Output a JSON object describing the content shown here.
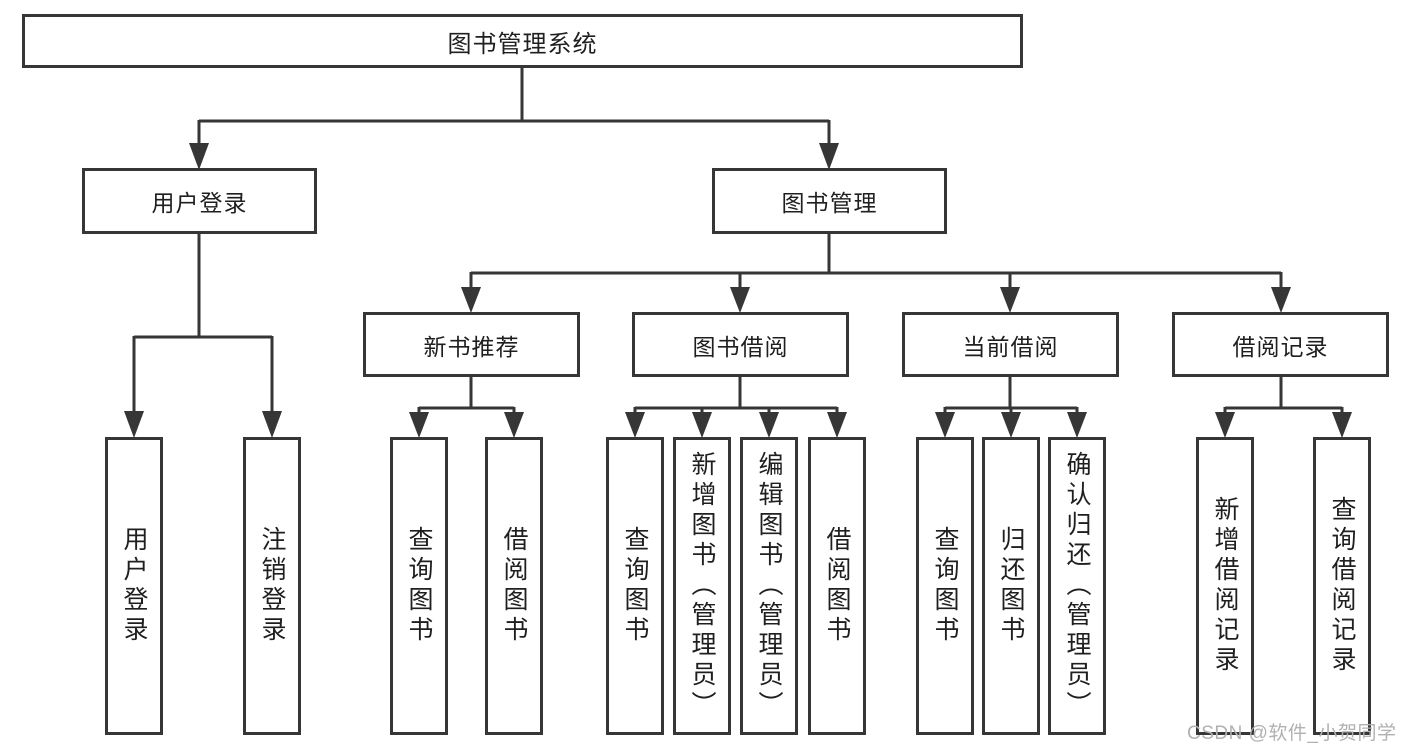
{
  "tree": {
    "label": "图书管理系统",
    "children": [
      {
        "label": "用户登录",
        "children": [
          {
            "label": "用户登录"
          },
          {
            "label": "注销登录"
          }
        ]
      },
      {
        "label": "图书管理",
        "children": [
          {
            "label": "新书推荐",
            "children": [
              {
                "label": "查询图书"
              },
              {
                "label": "借阅图书"
              }
            ]
          },
          {
            "label": "图书借阅",
            "children": [
              {
                "label": "查询图书"
              },
              {
                "label": "新增图书（管理员）"
              },
              {
                "label": "编辑图书（管理员）"
              },
              {
                "label": "借阅图书"
              }
            ]
          },
          {
            "label": "当前借阅",
            "children": [
              {
                "label": "查询图书"
              },
              {
                "label": "归还图书"
              },
              {
                "label": "确认归还（管理员）"
              }
            ]
          },
          {
            "label": "借阅记录",
            "children": [
              {
                "label": "新增借阅记录"
              },
              {
                "label": "查询借阅记录"
              }
            ]
          }
        ]
      }
    ]
  },
  "watermark": {
    "text": "CSDN @软件_小贺同学"
  },
  "colors": {
    "line": "#363636",
    "text": "#1f1f1f",
    "watermark": "#b1b1b1",
    "background": "#ffffff"
  }
}
